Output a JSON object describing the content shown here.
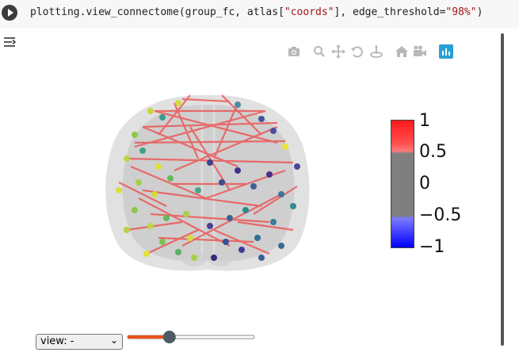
{
  "code": {
    "prefix": "plotting.view_connectome(group_fc, atlas[",
    "key": "\"coords\"",
    "middle": "], edge_threshold=",
    "threshold": "\"98%\"",
    "suffix": ")"
  },
  "toolbar": {
    "icons": [
      "camera-icon",
      "zoom-icon",
      "pan-icon",
      "orbit-icon",
      "turntable-icon",
      "home-icon",
      "camera-reset-icon",
      "plotly-logo-icon"
    ]
  },
  "colorbar": {
    "ticks": [
      "1",
      "0.5",
      "0",
      "−0.5",
      "−1"
    ],
    "colors": {
      "high": "#ff1a1a",
      "mid": "#7f7f7f",
      "low": "#0000ff"
    }
  },
  "controls": {
    "view_select": "view: -",
    "slider_value": 0.33,
    "slider_color": "#e8541e"
  }
}
